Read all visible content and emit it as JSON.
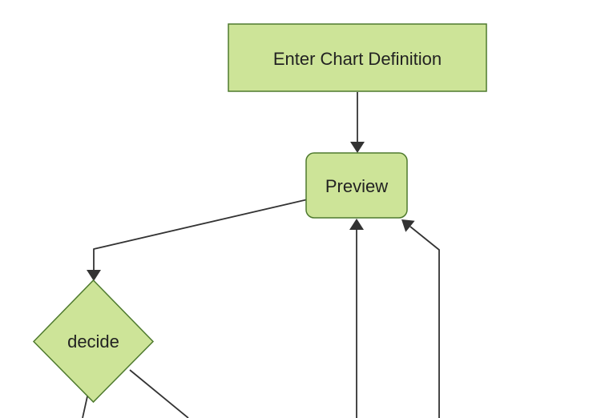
{
  "diagram": {
    "type": "flowchart",
    "direction": "top-down",
    "nodes": [
      {
        "id": "definition",
        "label": "Enter Chart Definition",
        "shape": "rectangle"
      },
      {
        "id": "preview",
        "label": "Preview",
        "shape": "rounded-rectangle"
      },
      {
        "id": "decide",
        "label": "decide",
        "shape": "diamond"
      }
    ],
    "edges": [
      {
        "id": "definition-to-preview",
        "from": "definition",
        "to": "preview",
        "arrowhead": true
      },
      {
        "id": "preview-to-decide",
        "from": "preview",
        "to": "decide",
        "arrowhead": true
      },
      {
        "id": "offscreen-bottom-to-preview",
        "from": "offscreen-bottom",
        "to": "preview",
        "arrowhead": true
      },
      {
        "id": "offscreen-bottom-right-to-preview",
        "from": "offscreen-bottom-right",
        "to": "preview",
        "arrowhead": true
      },
      {
        "id": "decide-to-offscreen-bottom-left",
        "from": "decide",
        "to": "offscreen-bottom-left",
        "arrowhead": false
      },
      {
        "id": "decide-to-offscreen-bottom-right",
        "from": "decide",
        "to": "offscreen-bottom-right",
        "arrowhead": false
      }
    ],
    "colors": {
      "node_fill": "#cde498",
      "node_stroke": "#4e7a2e",
      "edge": "#333333",
      "text": "#222222",
      "background": "#ffffff"
    }
  }
}
